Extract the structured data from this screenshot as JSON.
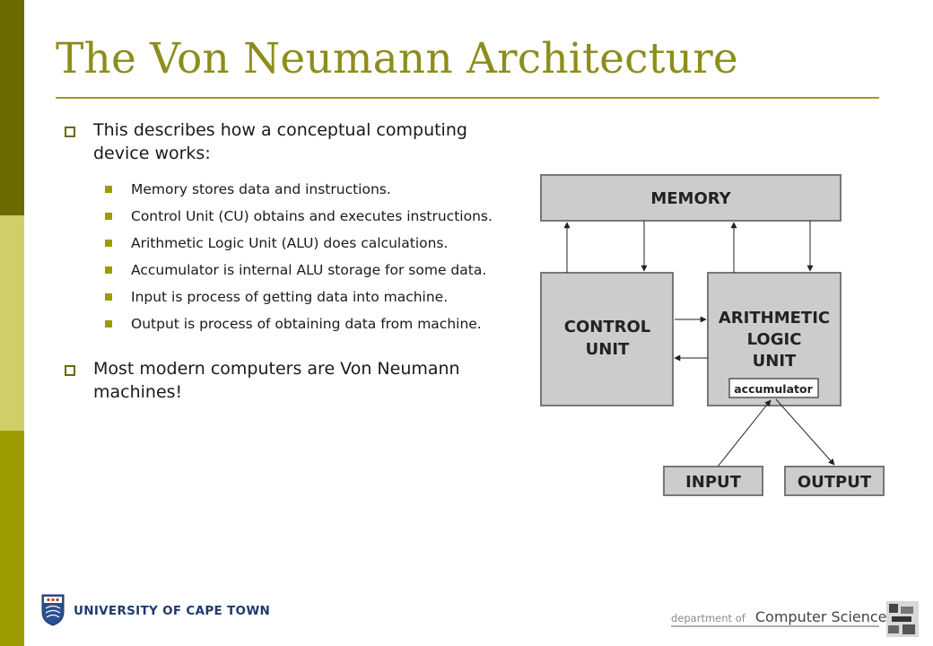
{
  "slide": {
    "title": "The Von Neumann Architecture",
    "bullet1": "This describes how a conceptual computing device works:",
    "sub_bullets": [
      "Memory stores data and instructions.",
      "Control Unit (CU) obtains and executes instructions.",
      "Arithmetic Logic Unit (ALU) does calculations.",
      "Accumulator is internal ALU storage for some data.",
      "Input is process of getting data into machine.",
      "Output is process of obtaining data from machine."
    ],
    "bullet2": "Most modern computers are Von Neumann machines!"
  },
  "diagram": {
    "memory": "MEMORY",
    "control_line1": "CONTROL",
    "control_line2": "UNIT",
    "alu_line1": "ARITHMETIC",
    "alu_line2": "LOGIC",
    "alu_line3": "UNIT",
    "accumulator": "accumulator",
    "input": "INPUT",
    "output": "OUTPUT"
  },
  "footer": {
    "university": "UNIVERSITY OF CAPE TOWN",
    "dept_prefix": "department of",
    "dept_name": "Computer Science"
  },
  "colors": {
    "title": "#8d8d1c",
    "band_top": "#6b6b00",
    "band_mid": "#cfcf6a",
    "band_bottom": "#9c9c00",
    "box_fill": "#cccccc"
  }
}
